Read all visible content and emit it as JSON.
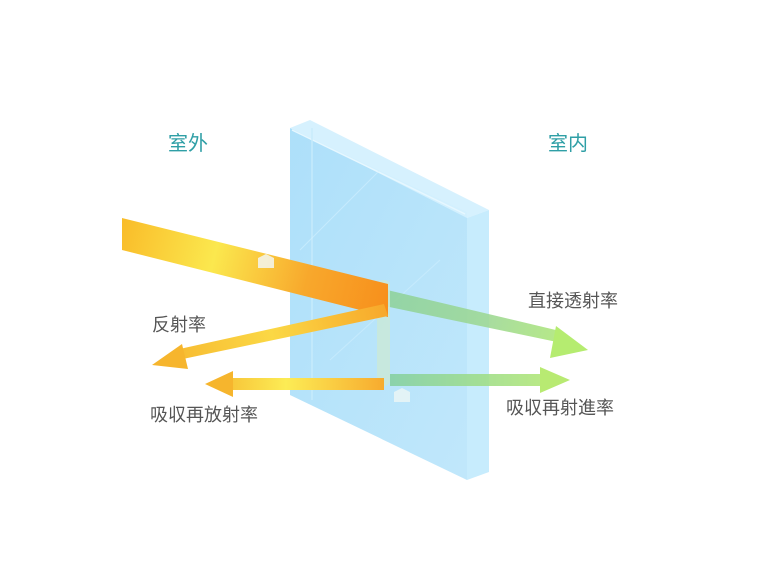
{
  "labels": {
    "outdoor": "室外",
    "indoor": "室内",
    "reflectance": "反射率",
    "direct_transmittance": "直接透射率",
    "absorbed_reemitted": "吸収再放射率",
    "absorbed_reentry": "吸収再射進率"
  },
  "colors": {
    "glass_face": "#b5e3fb",
    "glass_edge": "#cdeefd",
    "label_side": "#2f9fa6",
    "label_rate": "#555555",
    "beam_outside_start": "#f9c02a",
    "beam_outside_mid": "#fbe64a",
    "beam_inside": "#a6e27a",
    "beam_core": "#f7941e"
  }
}
